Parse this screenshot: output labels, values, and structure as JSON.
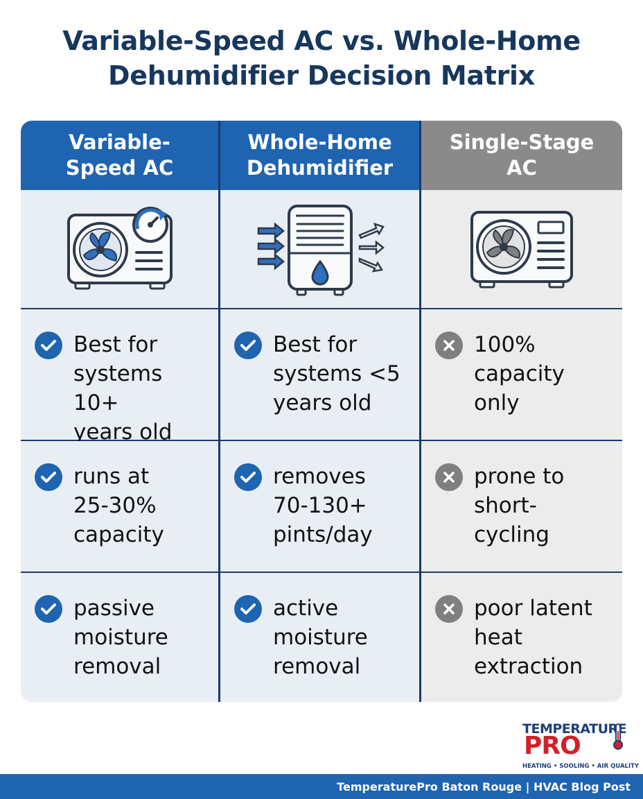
{
  "title": {
    "line1": "Variable-Speed AC vs. Whole-Home",
    "line2": "Dehumidifier Decision Matrix"
  },
  "columns": [
    {
      "header_l1": "Variable-",
      "header_l2": "Speed AC",
      "icon": "variable-speed-ac-unit-icon",
      "status": "check",
      "rows": [
        [
          "Best for",
          "systems 10+",
          "years old"
        ],
        [
          "runs at",
          "25-30%",
          "capacity"
        ],
        [
          "passive",
          "moisture",
          "removal"
        ]
      ]
    },
    {
      "header_l1": "Whole-Home",
      "header_l2": "Dehumidifier",
      "icon": "dehumidifier-icon",
      "status": "check",
      "rows": [
        [
          "Best for",
          "systems <5",
          "years old"
        ],
        [
          "removes",
          "70-130+",
          "pints/day"
        ],
        [
          "active",
          "moisture",
          "removal"
        ]
      ]
    },
    {
      "header_l1": "Single-Stage",
      "header_l2": "AC",
      "icon": "single-stage-ac-unit-icon",
      "status": "cross",
      "rows": [
        [
          "100%",
          "capacity",
          "only"
        ],
        [
          "prone to",
          "short-",
          "cycling"
        ],
        [
          "poor latent",
          "heat",
          "extraction"
        ]
      ]
    }
  ],
  "logo": {
    "line1": "TEMPERATURE",
    "line2": "PRO",
    "tagline": "HEATING • SOOLING • AIR QUALITY"
  },
  "footer": {
    "text": "TemperaturePro Baton Rouge | HVAC Blog Post"
  },
  "colors": {
    "primary_blue": "#1e64b0",
    "navy": "#17375e",
    "gray_header": "#8a8a8a",
    "logo_red": "#d42027"
  }
}
